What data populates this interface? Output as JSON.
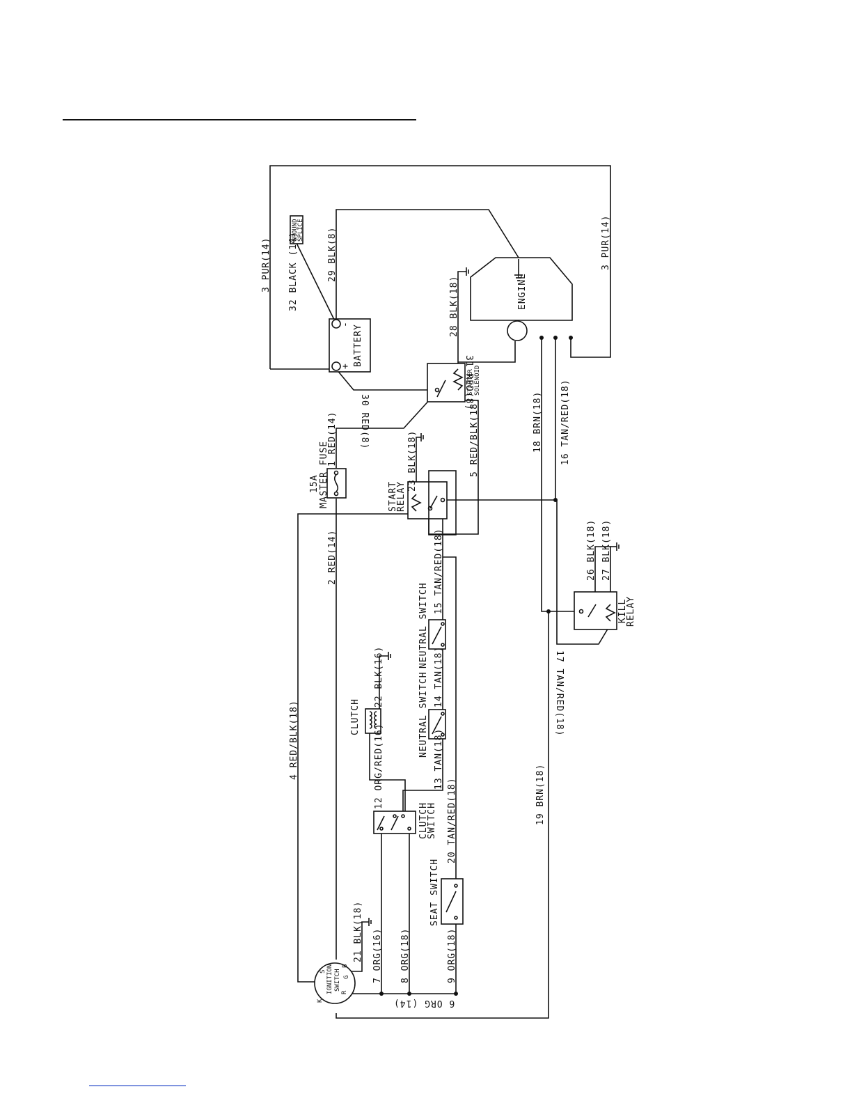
{
  "components": {
    "battery": "BATTERY",
    "battery_plus": "+",
    "battery_minus": "-",
    "engine": "ENGINE",
    "ground_splice_1": "GROUND",
    "ground_splice_2": "SPLICE",
    "starter_solenoid_1": "STARTER",
    "starter_solenoid_2": "SOLENOID",
    "fuse_1": "15A",
    "fuse_2": "MASTER FUSE",
    "start_relay_1": "START",
    "start_relay_2": "RELAY",
    "kill_relay_1": "KILL",
    "kill_relay_2": "RELAY",
    "neutral_switch_upper": "NEUTRAL SWITCH",
    "neutral_switch_lower": "NEUTRAL SWITCH",
    "clutch": "CLUTCH",
    "clutch_switch_1": "CLUTCH",
    "clutch_switch_2": "SWITCH",
    "seat_switch": "SEAT SWITCH",
    "ignition_1": "IGNITION",
    "ignition_2": "SWITCH",
    "ign_s": "S",
    "ign_b": "B",
    "ign_g": "G",
    "ign_r": "R",
    "ign_k": "K"
  },
  "wires": {
    "w3_left": "3 PUR(14)",
    "w3_right": "3 PUR(14)",
    "w32": "32 BLACK (14)",
    "w29": "29 BLK(8)",
    "w28": "28 BLK(18)",
    "w31": "31 RED(8)",
    "w30": "30 RED(8)",
    "w1": "1 RED(14)",
    "w23": "23 BLK(18)",
    "w5": "5 RED/BLK(18)",
    "w18": "18 BRN(18)",
    "w16": "16 TAN/RED(18)",
    "w2": "2 RED(14)",
    "w15": "15 TAN/RED(18)",
    "w26": "26 BLK(18)",
    "w27": "27 BLK(18)",
    "w17": "17 TAN/RED(18)",
    "w14": "14 TAN(18)",
    "w22": "22 BLK(16)",
    "w4": "4 RED/BLK(18)",
    "w12": "12 ORG/RED(16)",
    "w13": "13 TAN(18)",
    "w20": "20 TAN/RED(18)",
    "w19": "19 BRN(18)",
    "w21": "21 BLK(18)",
    "w7": "7 ORG(16)",
    "w8": "8 ORG(18)",
    "w9": "9 ORG(18)",
    "w6": "6 ORG (14)"
  }
}
